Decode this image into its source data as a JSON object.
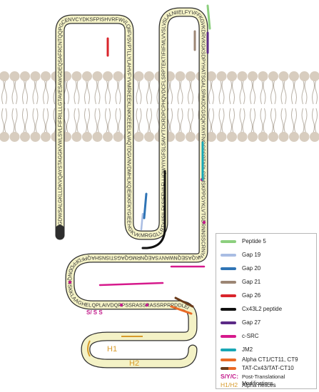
{
  "sequences": {
    "tm1_left": "MGDWSALGKLLDKVQAYSTAGGKVWLSVLFIFRILLLGTAVESAWGDEQSAFRCNTQQPGCENVC",
    "tm1_right": "YDKSFPISHVRFWVLQIIFVSVPTLLYLAHVFYVMRKEEKLNKKEEELKVA",
    "loop_bottom": "QTDGVNVDMHL",
    "tm2_left": "KQIEIKKFKYGIEEHGKVKMRGGLLRTYIISILFKSIFEVAFLLIQWYIYGFSLSAVYTCKRDPCPHQVDCFLSRPTEKTIFII",
    "tm2_right": "FMLVVSLVSLALNIIELFYVFFKGVKDRVKGKSDPYHATSGALSPAKDCGSQKYAYFNGCSSPTAPLSPMSKPPGYKLVTGDRNNSSCRNYNKQASEQNWANY",
    "h1": "SAEQNRMGQAGS",
    "h2": "TISNSHAQPFDFPD",
    "bottom_run": "DNQNSKKLAAGHELQPLAIVDQRPSSRASSRASSRPRPDDLEI"
  },
  "annotations": {
    "h1": "H1",
    "h2": "H2",
    "ptm_inline": "S/ S S"
  },
  "legend": {
    "items": [
      {
        "label": "Peptide 5",
        "color": "#8ccf7e"
      },
      {
        "label": "Gap 19",
        "color": "#a9bde3"
      },
      {
        "label": "Gap 20",
        "color": "#2f74b5"
      },
      {
        "label": "Gap 21",
        "color": "#9c8674"
      },
      {
        "label": "Gap 26",
        "color": "#d9242b"
      },
      {
        "label": "Cx43L2 peptide",
        "color": "#111111"
      },
      {
        "label": "Gap 27",
        "color": "#5b2a86"
      },
      {
        "label": "c-SRC",
        "color": "#d6198c"
      },
      {
        "label": "JM2",
        "color": "#18a7b5"
      },
      {
        "label": "Alpha CT1/CT11, CT9",
        "color": "#ea6a26"
      },
      {
        "label": "TAT-Cx43/TAT-CT10",
        "color": "#6b3b1a"
      }
    ],
    "ptm_key": "S/Y/C:",
    "ptm_label": "Post-Translational Modifications",
    "helix_key": "H1/H2",
    "helix_label": "Alpha helices"
  },
  "colors": {
    "ptm": "#c21a8b",
    "helix": "#d79a2a",
    "membrane_head": "#d8cdbf",
    "tube_fill": "#f4f2c6",
    "tube_stroke": "#2e2e2e"
  }
}
